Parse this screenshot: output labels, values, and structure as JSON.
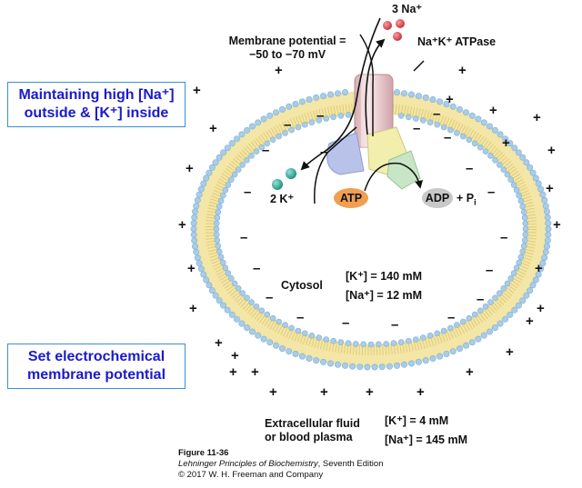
{
  "callouts": {
    "maintain_line1": "Maintaining high [Na⁺]",
    "maintain_line2": "outside & [K⁺] inside",
    "set_line1": "Set electrochemical",
    "set_line2": "membrane potential"
  },
  "labels": {
    "membrane_potential_line1": "Membrane potential =",
    "membrane_potential_line2": "−50 to −70 mV",
    "na_ions": "3 Na⁺",
    "pump": "Na⁺K⁺ ATPase",
    "k_ions": "2 K⁺",
    "atp": "ATP",
    "adp": "ADP",
    "pi": "+ P",
    "pi_sub": "i",
    "cytosol": "Cytosol",
    "cyto_k": "[K⁺] = 140 mM",
    "cyto_na": "[Na⁺] = 12 mM",
    "extra_line1": "Extracellular fluid",
    "extra_line2": "or blood plasma",
    "extra_k": "[K⁺] = 4 mM",
    "extra_na": "[Na⁺] = 145 mM",
    "plus": "+",
    "minus": "–"
  },
  "caption": {
    "figure": "Figure 11-36",
    "book": "Lehninger Principles of Biochemistry",
    "edition": ", Seventh Edition",
    "copyright": "© 2017 W. H. Freeman and Company"
  },
  "colors": {
    "callout_text": "#1a1acc",
    "callout_border": "#3a8fd6",
    "bilayer_fill": "#f3e6a6",
    "lipid_head": "#a9cce8",
    "pump_channel": "#e8c9cc",
    "atp_fill": "#f0a050",
    "adp_fill": "#c8c8c8",
    "na_ion": "#d8404a",
    "k_ion": "#2fa89a"
  }
}
